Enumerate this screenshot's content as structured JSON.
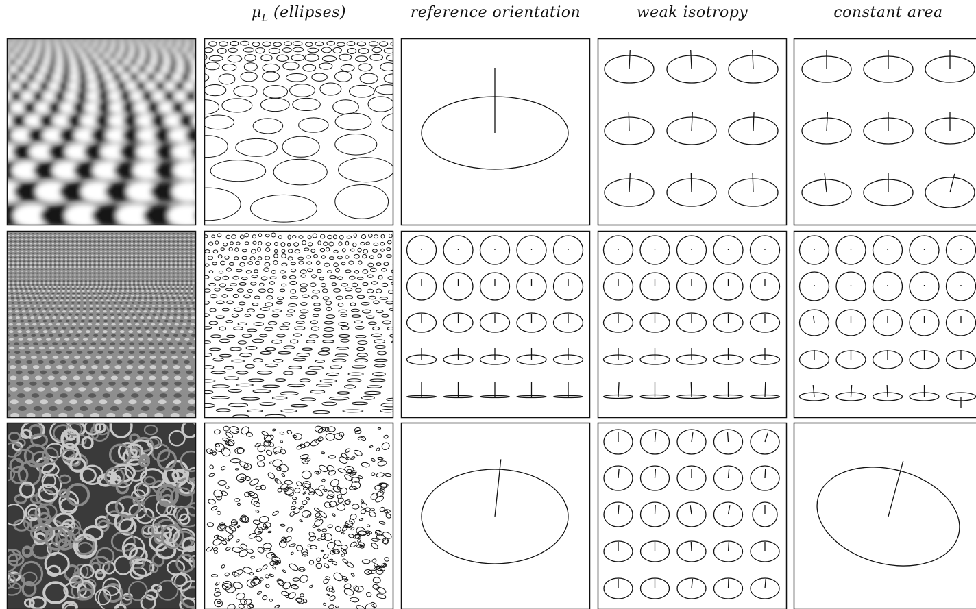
{
  "columns": [
    {
      "id": "image",
      "title": ""
    },
    {
      "id": "mu",
      "title_symbol": "μ",
      "title_sub": "L",
      "title_rest": " (ellipses)"
    },
    {
      "id": "ref",
      "title": "reference orientation"
    },
    {
      "id": "weak",
      "title": "weak isotropy"
    },
    {
      "id": "area",
      "title": "constant area"
    }
  ],
  "rows": [
    {
      "texture": "checker-perspective",
      "reference_glyphs": "single",
      "weak_grid": [
        3,
        3
      ],
      "area_grid": [
        3,
        3
      ]
    },
    {
      "texture": "dot-lattice-perspective",
      "reference_glyphs": "grid",
      "reference_grid": [
        5,
        5
      ],
      "weak_grid": [
        5,
        5
      ],
      "area_grid": [
        5,
        5
      ]
    },
    {
      "texture": "random-blobs",
      "reference_glyphs": "single",
      "weak_grid": [
        5,
        5
      ],
      "area_grid": "single"
    }
  ],
  "colors": {
    "ink": "#111111",
    "background": "#ffffff"
  }
}
